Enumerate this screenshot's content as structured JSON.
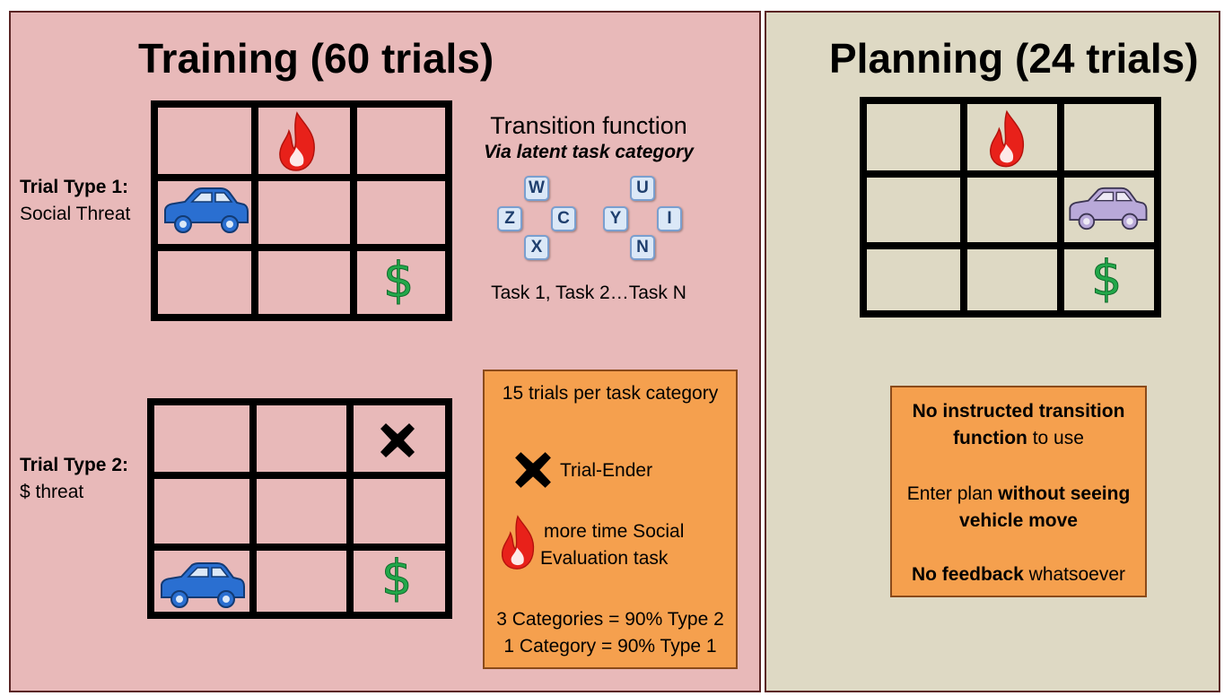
{
  "training": {
    "title": "Training (60 trials)",
    "trial1": {
      "label_bold": "Trial Type 1:",
      "label": "Social Threat"
    },
    "trial2": {
      "label_bold": "Trial Type 2:",
      "label": "$ threat"
    },
    "transition": {
      "title": "Transition function",
      "subtitle": "Via latent task category",
      "keys_left": [
        "W",
        "Z",
        "C",
        "X"
      ],
      "keys_right": [
        "U",
        "Y",
        "I",
        "N"
      ],
      "tasks": "Task 1, Task 2…Task N"
    },
    "info_box": {
      "line1": "15 trials per task category",
      "x_label": "Trial-Ender",
      "fire_line1": "more time Social",
      "fire_line2": "Evaluation task",
      "cat_line1": "3 Categories = 90% Type 2",
      "cat_line2": "1 Category = 90% Type 1"
    },
    "dollar": "$"
  },
  "planning": {
    "title": "Planning (24 trials)",
    "dollar": "$",
    "info_box": {
      "l1_bold": "No instructed transition",
      "l2_bold": "function",
      "l2_rest": " to use",
      "l3_pre": "Enter plan ",
      "l3_bold": "without seeing",
      "l4_bold": "vehicle move",
      "l5_bold": "No feedback",
      "l5_rest": " whatsoever"
    }
  },
  "colors": {
    "training_bg": "#e8b9b9",
    "planning_bg": "#ded9c4",
    "box_orange": "#f5a04e",
    "car_blue": "#2a6fd1",
    "car_lavender": "#b9a9d9",
    "dollar_green": "#22a84a",
    "fire_red": "#e8211a"
  }
}
